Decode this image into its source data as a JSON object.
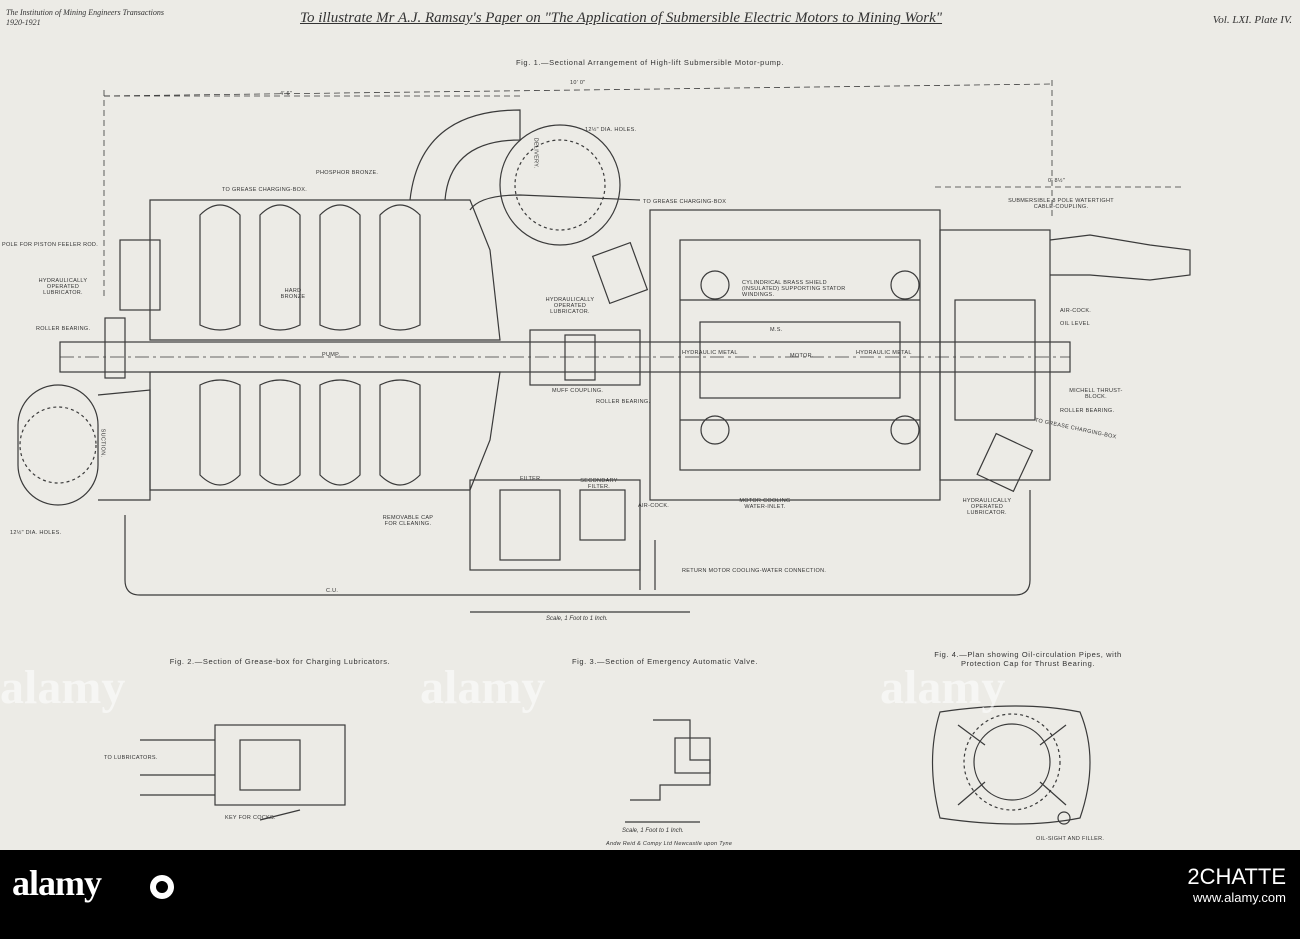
{
  "header": {
    "institution": "The Institution of Mining Engineers Transactions 1920-1921",
    "title": "To illustrate Mr A.J. Ramsay's Paper on \"The Application of Submersible Electric Motors to Mining Work\"",
    "plate": "Vol. LXI. Plate IV."
  },
  "fig1": {
    "caption": "Fig. 1.—Sectional Arrangement of High-lift Submersible Motor-pump.",
    "dims": {
      "overall": "10' 0\"",
      "left": "4' 6\"",
      "right": "0' 8½\""
    },
    "labels": {
      "pole": "POLE FOR PISTON FEELER ROD.",
      "hyd_lub_left": "HYDRAULICALLY OPERATED LUBRICATOR.",
      "roller_left": "ROLLER BEARING.",
      "grease_box": "TO GREASE CHARGING-BOX.",
      "phosphor": "PHOSPHOR BRONZE.",
      "hard_bronze": "HARD BRONZE",
      "pump": "PUMP.",
      "delivery": "DELIVERY.",
      "holes_top": "12½\" DIA. HOLES.",
      "grease_box2": "TO GREASE CHARGING-BOX",
      "hyd_lub_mid": "HYDRAULICALLY OPERATED LUBRICATOR.",
      "muff": "MUFF COUPLING.",
      "roller_mid": "ROLLER BEARING.",
      "cyl_shield": "CYLINDRICAL BRASS SHIELD (INSULATED) SUPPORTING STATOR WINDINGS.",
      "hyd_metal1": "HYDRAULIC METAL",
      "motor": "MOTOR.",
      "hyd_metal2": "HYDRAULIC METAL",
      "cable": "SUBMERSIBLE 8 POLE WATERTIGHT CABLE-COUPLING.",
      "air_cock_r": "AIR-COCK.",
      "oil_level": "OIL LEVEL",
      "michell": "MICHELL THRUST-BLOCK.",
      "roller_right": "ROLLER BEARING.",
      "grease_box3": "TO GREASE CHARGING-BOX",
      "hyd_lub_right": "HYDRAULICALLY OPERATED LUBRICATOR.",
      "filter": "FILTER.",
      "sec_filter": "SECONDARY FILTER.",
      "air_cock": "AIR-COCK.",
      "removable_cap": "REMOVABLE CAP FOR CLEANING.",
      "cooling_inlet": "MOTOR COOLING WATER-INLET.",
      "return_conn": "RETURN MOTOR COOLING-WATER CONNECTION.",
      "suction": "SUCTION.",
      "holes_left": "12½\" DIA. HOLES.",
      "ms": "M.S.",
      "cu": "C.U."
    },
    "scale": "Scale, 1 Foot to 1 Inch."
  },
  "fig2": {
    "caption": "Fig. 2.—Section of Grease-box for Charging Lubricators.",
    "labels": {
      "to_lub": "TO LUBRICATORS.",
      "key": "KEY FOR COCKS."
    }
  },
  "fig3": {
    "caption": "Fig. 3.—Section of Emergency Automatic Valve.",
    "scale": "Scale, 1 Foot to 1 Inch.",
    "printer": "Andw Reid & Compy Ltd Newcastle upon Tyne"
  },
  "fig4": {
    "caption": "Fig. 4.—Plan showing Oil-circulation Pipes, with Protection Cap for Thrust Bearing.",
    "labels": {
      "sight": "OIL-SIGHT AND FILLER."
    }
  },
  "footer": {
    "brand": "alamy",
    "image_id": "2CHATTE",
    "site": "www.alamy.com",
    "watermark": "alamy"
  },
  "colors": {
    "paper": "#ecebe6",
    "ink": "#333333",
    "footer": "#000000"
  }
}
